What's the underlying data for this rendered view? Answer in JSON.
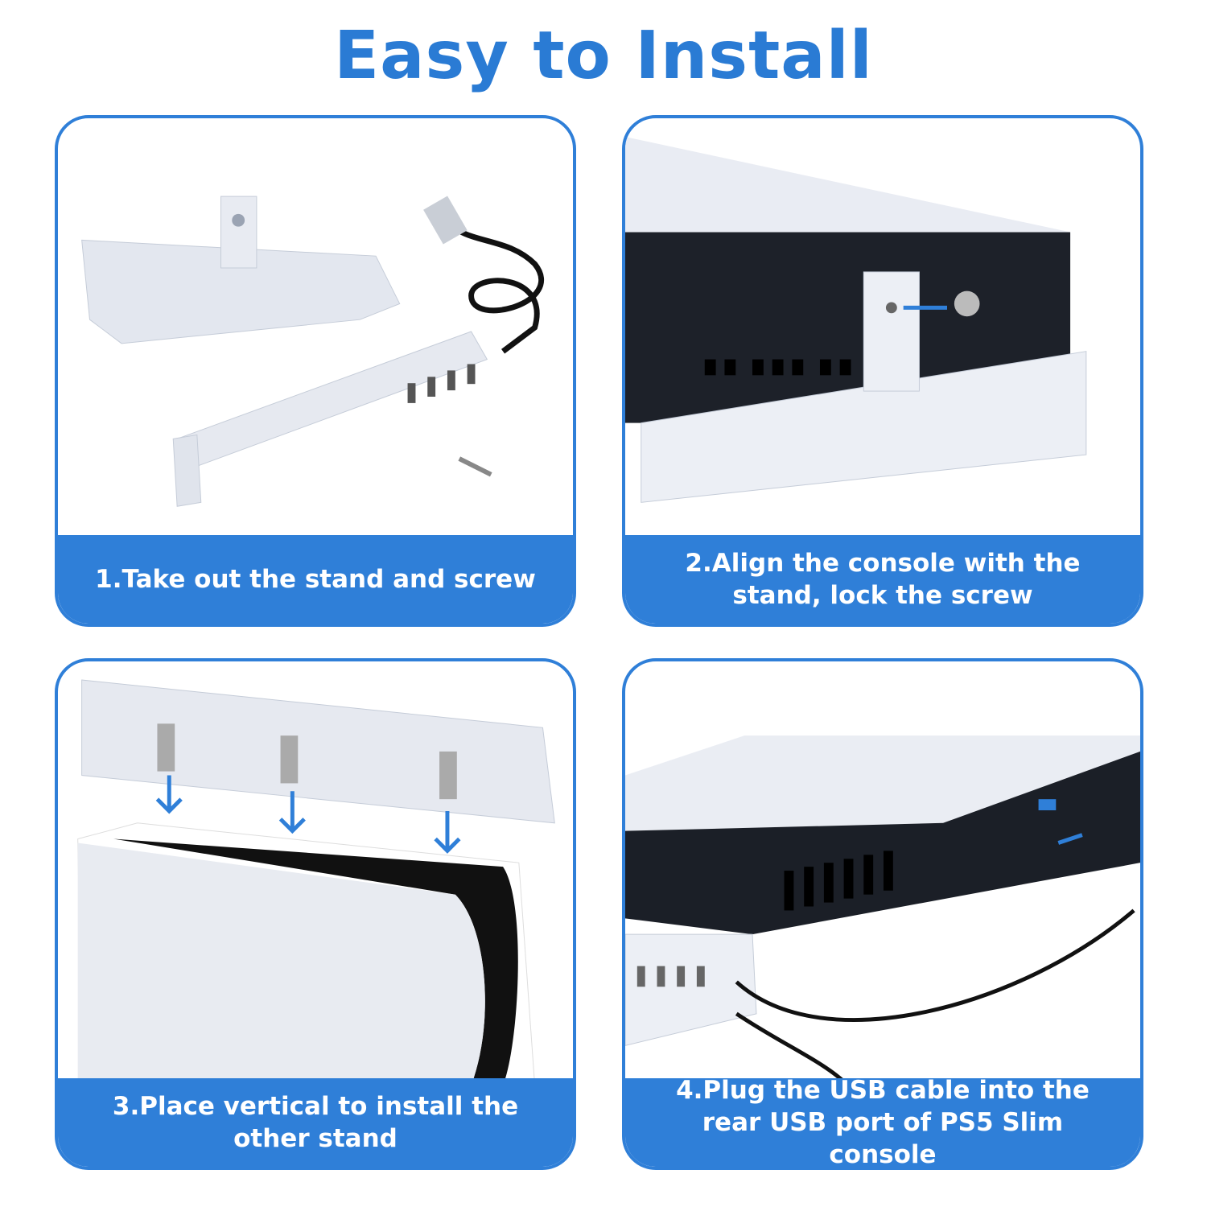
{
  "title": "Easy to Install",
  "steps": [
    {
      "caption": "1.Take out the stand and screw"
    },
    {
      "caption": "2.Align the console with the stand, lock the screw"
    },
    {
      "caption": "3.Place vertical to install the other stand"
    },
    {
      "caption": "4.Plug the USB cable into the rear USB port of PS5 Slim console"
    }
  ],
  "colors": {
    "accent": "#2f7fd8",
    "title": "#2a7bd4"
  }
}
